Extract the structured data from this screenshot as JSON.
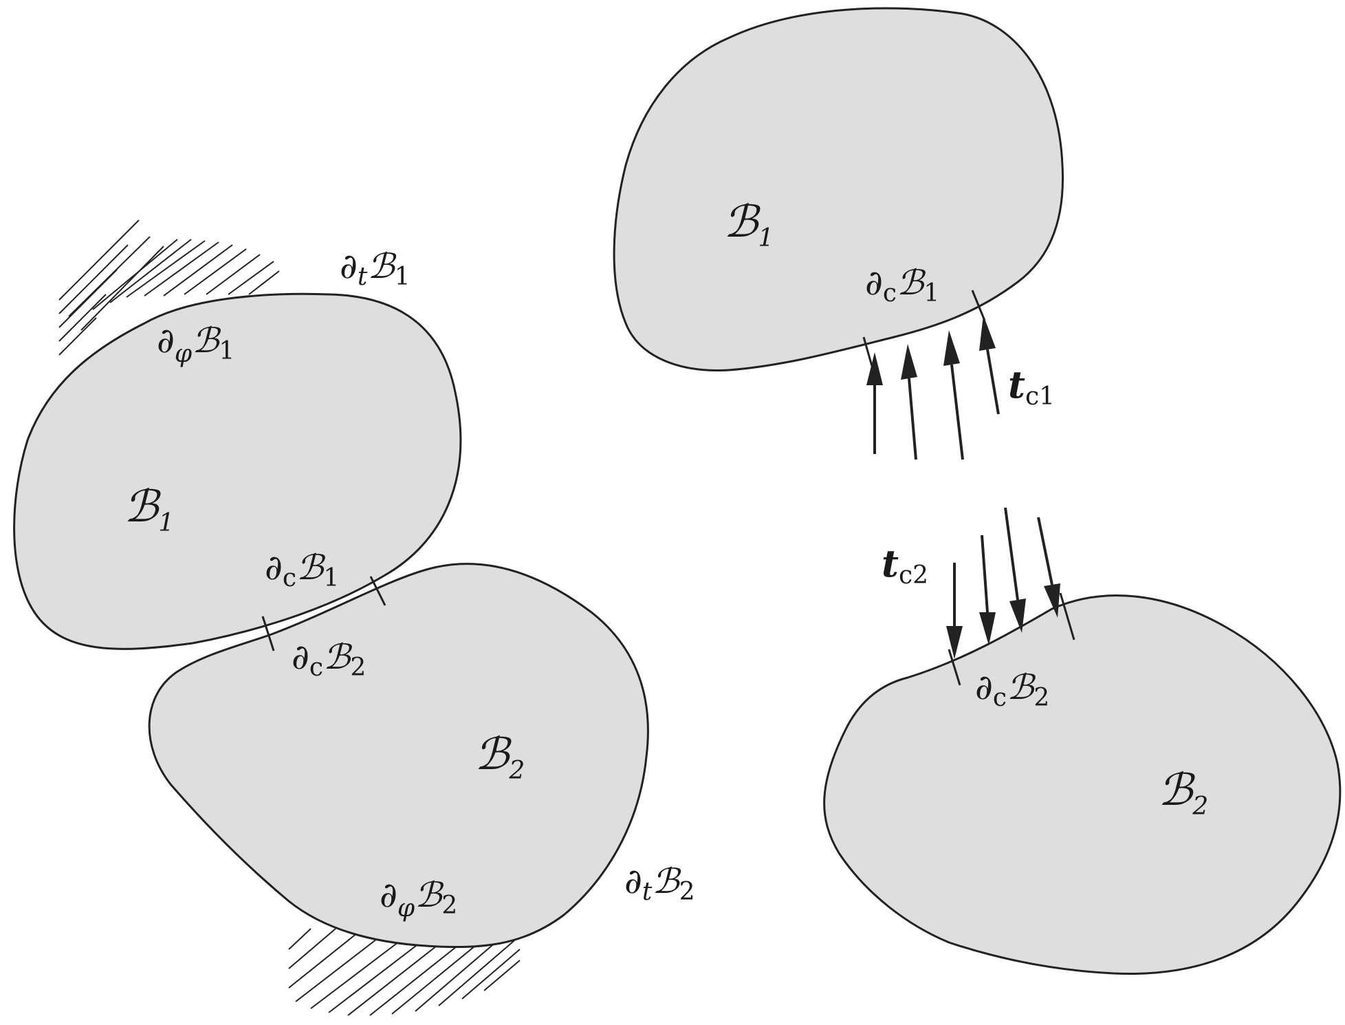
{
  "labels": {
    "left_B1": {
      "main": "ℬ",
      "sub": "1"
    },
    "left_B2": {
      "main": "ℬ",
      "sub": "2"
    },
    "left_dt_B1": {
      "main": "∂",
      "sub1": "t",
      "main2": "ℬ",
      "sub2": "1"
    },
    "left_dphi_B1": {
      "main": "∂",
      "sub1": "φ",
      "main2": "ℬ",
      "sub2": "1"
    },
    "left_dc_B1": {
      "main": "∂",
      "sub1": "c",
      "main2": "ℬ",
      "sub2": "1"
    },
    "left_dc_B2": {
      "main": "∂",
      "sub1": "c",
      "main2": "ℬ",
      "sub2": "2"
    },
    "left_dphi_B2": {
      "main": "∂",
      "sub1": "φ",
      "main2": "ℬ",
      "sub2": "2"
    },
    "left_dt_B2": {
      "main": "∂",
      "sub1": "t",
      "main2": "ℬ",
      "sub2": "2"
    },
    "right_B1": {
      "main": "ℬ",
      "sub": "1"
    },
    "right_B2": {
      "main": "ℬ",
      "sub": "2"
    },
    "right_dc_B1": {
      "main": "∂",
      "sub1": "c",
      "main2": "ℬ",
      "sub2": "1"
    },
    "right_dc_B2": {
      "main": "∂",
      "sub1": "c",
      "main2": "ℬ",
      "sub2": "2"
    },
    "tc1": {
      "main": "t",
      "sub": "c1"
    },
    "tc2": {
      "main": "t",
      "sub": "c2"
    }
  },
  "colors": {
    "body_fill": "#dedede",
    "stroke": "#222222",
    "background": "#ffffff"
  }
}
